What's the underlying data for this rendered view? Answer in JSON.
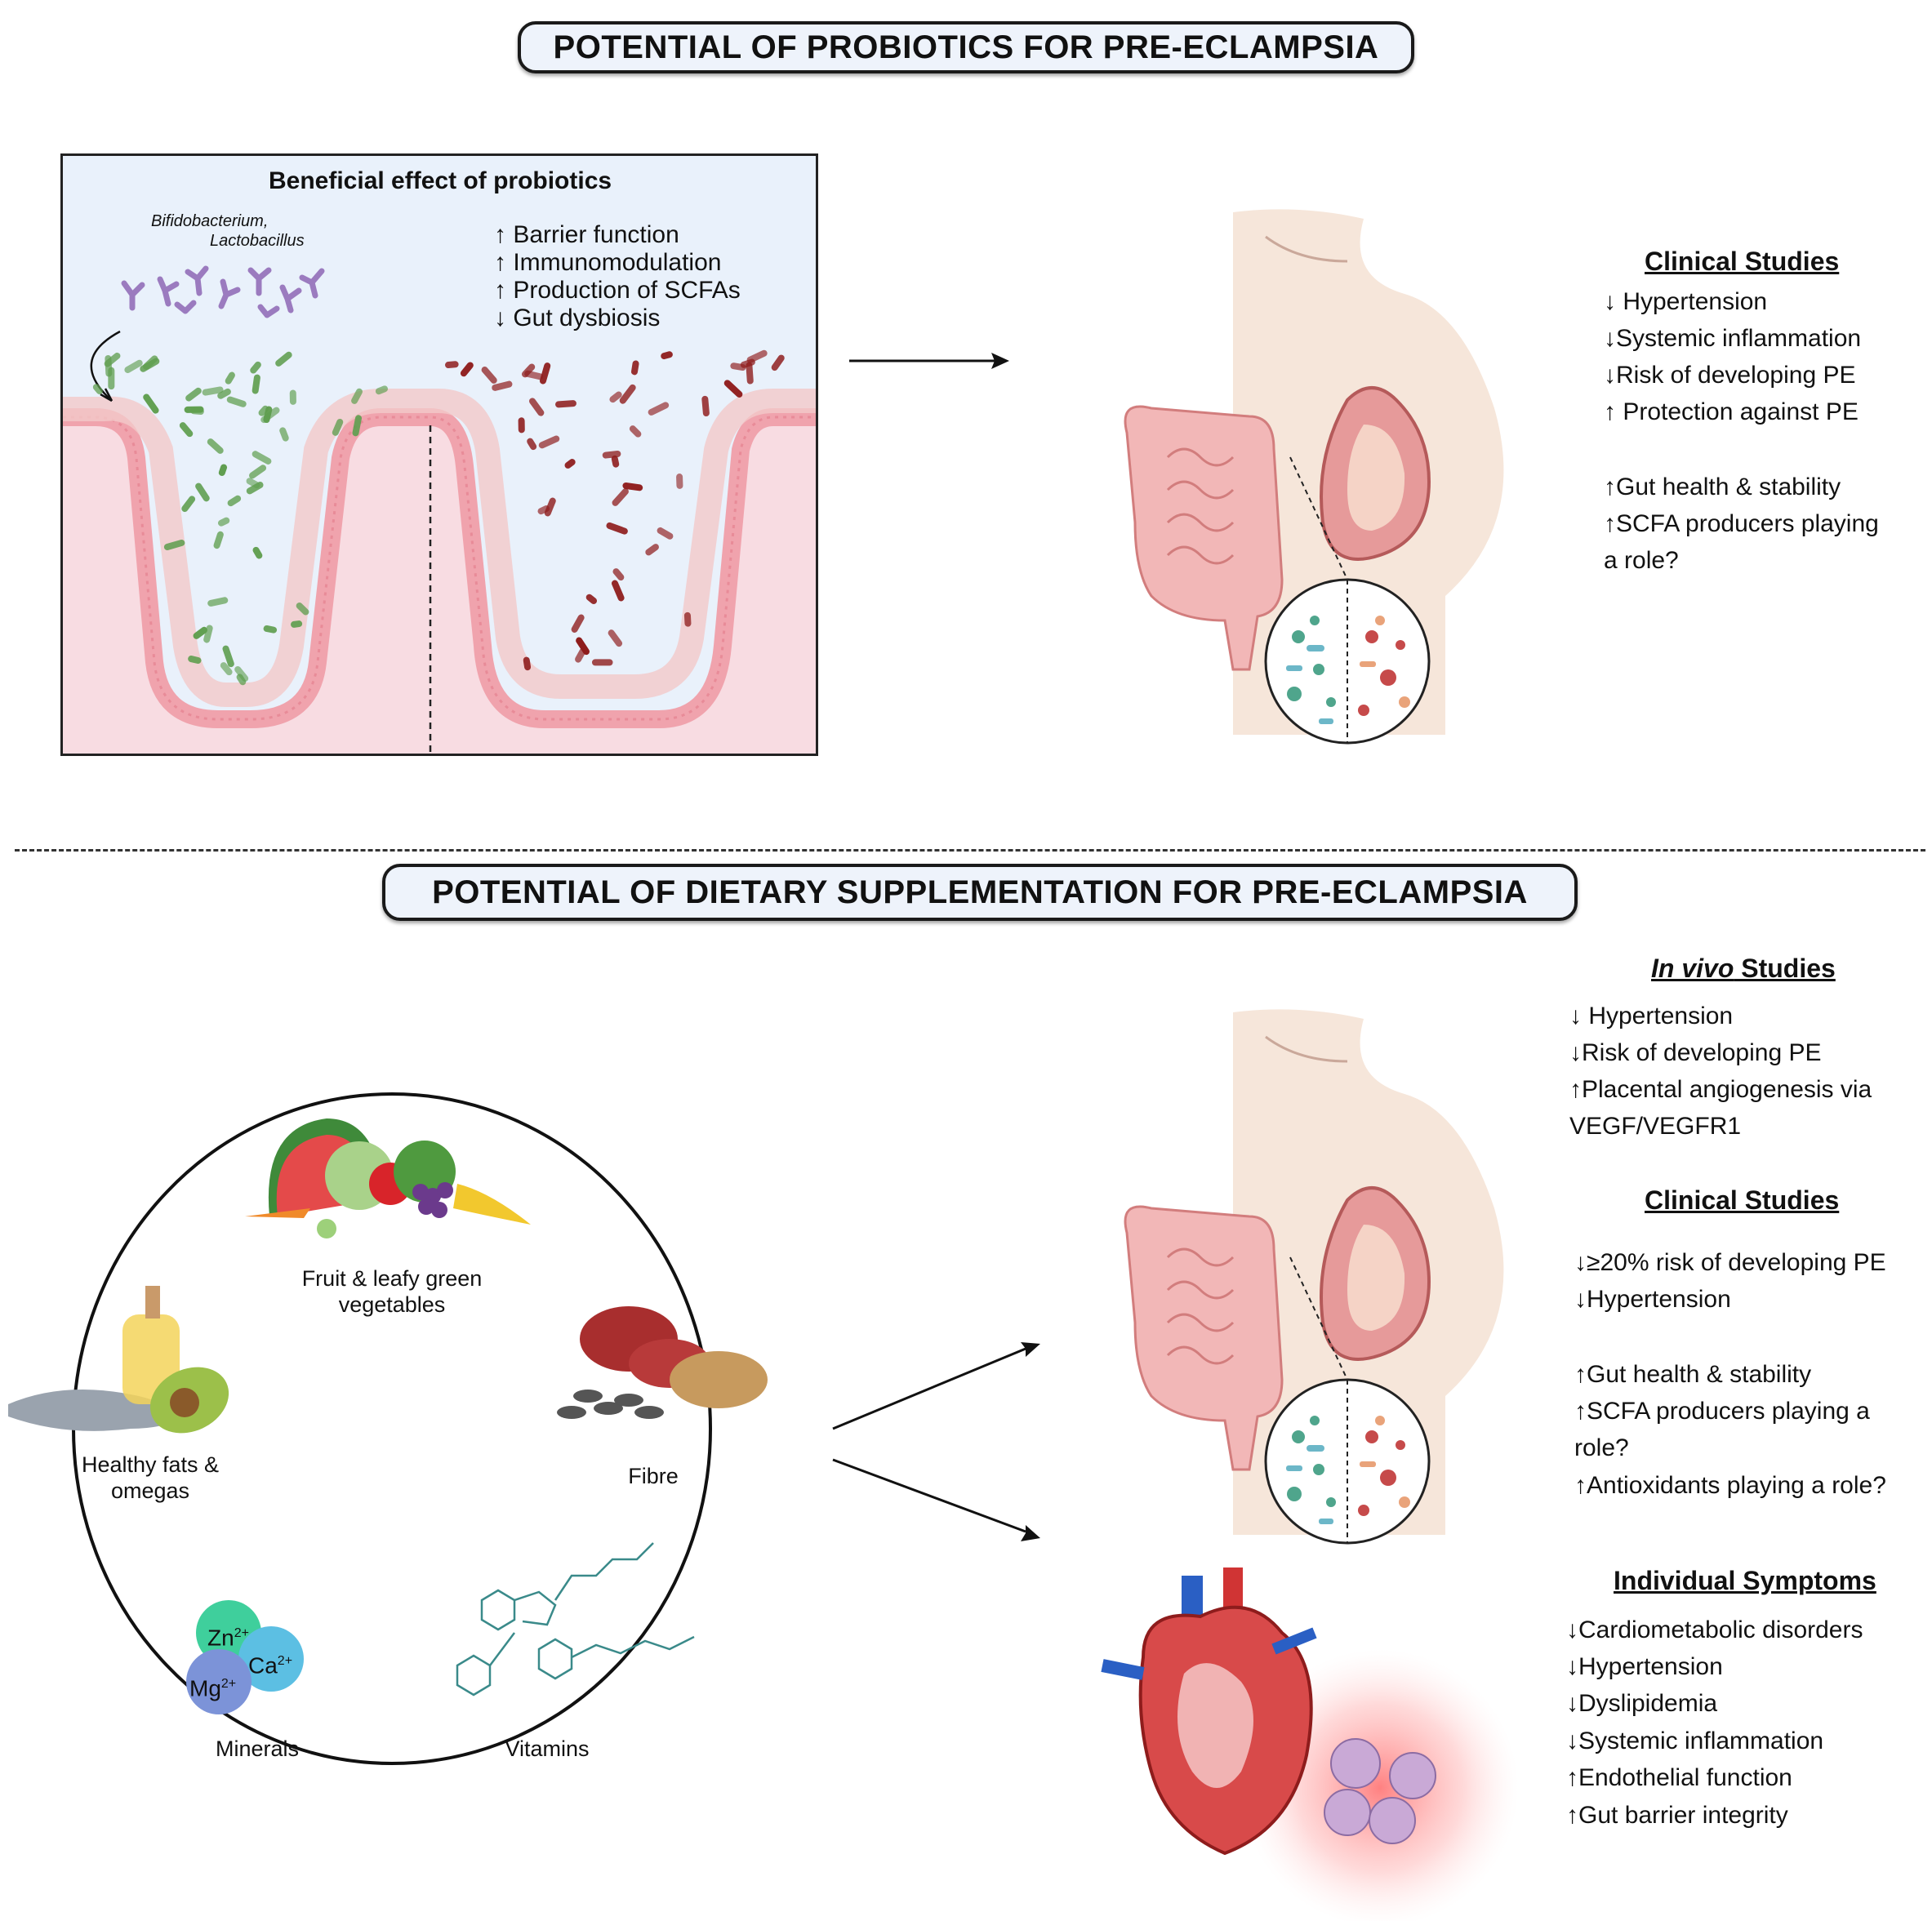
{
  "section1": {
    "title": "POTENTIAL OF PROBIOTICS FOR PRE-ECLAMPSIA",
    "panel": {
      "title": "Beneficial effect of probiotics",
      "species_line1": "Bifidobacterium,",
      "species_line2": "Lactobacillus",
      "effects": [
        "↑ Barrier function",
        "↑ Immunomodulation",
        "↑ Production of SCFAs",
        "↓ Gut dysbiosis"
      ]
    },
    "clinical": {
      "heading": "Clinical Studies",
      "items": [
        "↓ Hypertension",
        "↓Systemic inflammation",
        "↓Risk of developing PE",
        "↑ Protection against PE",
        "",
        "↑Gut health & stability",
        "↑SCFA producers playing",
        "a role?"
      ]
    }
  },
  "section2": {
    "title": "POTENTIAL OF DIETARY SUPPLEMENTATION FOR PRE-ECLAMPSIA",
    "foods": {
      "fruit": [
        "Fruit & leafy green",
        "vegetables"
      ],
      "fats": [
        "Healthy fats &",
        "omegas"
      ],
      "fibre": "Fibre",
      "minerals": "Minerals",
      "vitamins": "Vitamins",
      "ions": {
        "zn": "Zn",
        "ca": "Ca",
        "mg": "Mg",
        "charge": "2+"
      }
    },
    "invivo": {
      "heading_italic": "In vivo",
      "heading_rest": " Studies",
      "items": [
        "↓ Hypertension",
        "↓Risk of developing PE",
        "↑Placental angiogenesis via",
        "VEGF/VEGFR1"
      ]
    },
    "clinical": {
      "heading": "Clinical Studies",
      "items": [
        "↓≥20% risk of developing PE",
        "↓Hypertension",
        "",
        "↑Gut health & stability",
        "↑SCFA producers playing a",
        "role?",
        "↑Antioxidants playing a role?"
      ]
    },
    "symptoms": {
      "heading": "Individual Symptoms",
      "items": [
        "↓Cardiometabolic disorders",
        "↓Hypertension",
        "↓Dyslipidemia",
        "↓Systemic inflammation",
        "↑Endothelial function",
        "↑Gut barrier integrity"
      ]
    }
  },
  "colors": {
    "good_bacteria": "#5f9e4f",
    "bad_bacteria": "#8e1c1c",
    "tissue": "#f4c6c6",
    "panel_sky": "#e8f1fb",
    "title_fill": "#eef3fb"
  }
}
